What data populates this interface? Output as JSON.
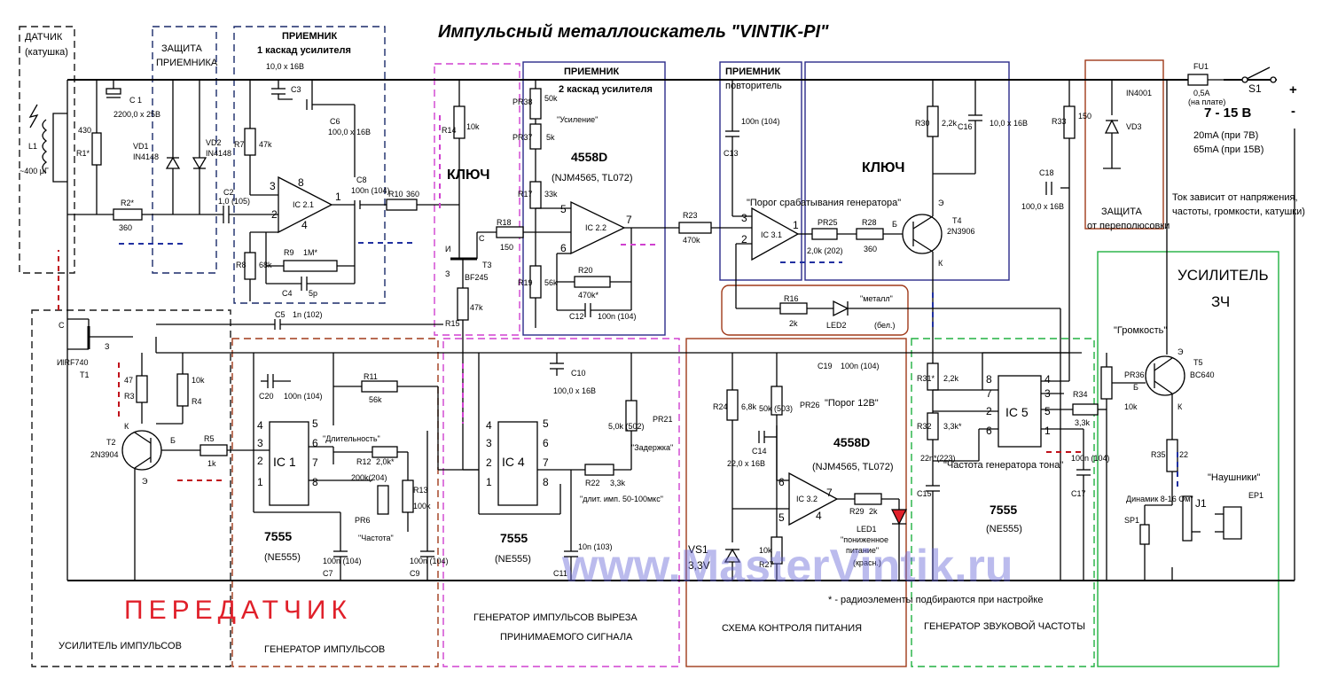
{
  "title": "Импульсный металлоискатель \"VINTIK-PI\"",
  "watermark": "www.MasterVintik.ru",
  "sections": {
    "sensor": [
      "ДАТЧИК",
      "(катушка)"
    ],
    "rx_protect": [
      "ЗАЩИТА",
      "ПРИЕМНИКА"
    ],
    "rx_stage1": [
      "ПРИЕМНИК",
      "1 каскад усилителя"
    ],
    "rx_stage2": [
      "ПРИЕМНИК",
      "2 каскад усилителя"
    ],
    "rx_follower": [
      "ПРИЕМНИК",
      "повторитель"
    ],
    "reverse_protect": [
      "ЗАЩИТА",
      "от переполюсовки"
    ],
    "audio_amp": [
      "УСИЛИТЕЛЬ",
      "ЗЧ"
    ],
    "key1": "КЛЮЧ",
    "key2": "КЛЮЧ",
    "transmitter": "ПЕРЕДАТЧИК",
    "pulse_amp": "УСИЛИТЕЛЬ ИМПУЛЬСОВ",
    "pulse_gen": "ГЕНЕРАТОР ИМПУЛЬСОВ",
    "cut_gen": [
      "ГЕНЕРАТОР ИМПУЛЬСОВ ВЫРЕЗА",
      "ПРИНИМАЕМОГО СИГНАЛА"
    ],
    "power_ctrl": "СХЕМА КОНТРОЛЯ ПИТАНИЯ",
    "tone_gen": "ГЕНЕРАТОР ЗВУКОВОЙ ЧАСТОТЫ"
  },
  "power": {
    "fuse": "FU1",
    "fuse_val": [
      "0,5A",
      "(на плате)"
    ],
    "switch": "S1",
    "plus": "+",
    "minus": "-",
    "voltage": "7 - 15 В",
    "current": [
      "20mA (при 7В)",
      "65mA (при 15В)"
    ],
    "note": [
      "Ток зависит от напряжения,",
      "частоты, громкости, катушки)"
    ]
  },
  "chips": {
    "ic21": "IC 2.1",
    "ic22": "IC 2.2",
    "ic31": "IC 3.1",
    "ic32": "IC 3.2",
    "ic1": "IC 1",
    "ic4": "IC 4",
    "ic5": "IC 5",
    "opamp1": "4558D",
    "opamp1_alt": "(NJM4565, TL072)",
    "opamp2": "4558D",
    "opamp2_alt": "(NJM4565, TL072)",
    "timer1": "7555",
    "timer1_alt": "(NE555)",
    "timer4": "7555",
    "timer4_alt": "(NE555)",
    "timer5": "7555",
    "timer5_alt": "(NE555)"
  },
  "labels": {
    "coil": "L1",
    "coil_val": "~400 μГ",
    "r1": "R1*",
    "r1v": "430",
    "c1": "C 1",
    "c1v": "2200,0 x 25В",
    "vd1": "VD1",
    "vd1v": "IN4148",
    "vd2": "VD2",
    "vd2v": "IN4148",
    "r2": "R2*",
    "r2v": "360",
    "c3v": "10,0 x 16В",
    "c3": "C3",
    "r7": "R7",
    "r7v": "47k",
    "c6": "C6",
    "c6v": "100,0 x 16В",
    "c2": "C2",
    "c2v": "1,0 (105)",
    "c8": "C8",
    "c8v": "100n (104)",
    "r10": "R10",
    "r10v": "360",
    "r8": "R8",
    "r8v": "68k",
    "r9": "R9",
    "r9v": "1M*",
    "c4": "C4",
    "c4v": "5p",
    "r14": "R14",
    "r14v": "10k",
    "r15": "R15",
    "r15v": "47k",
    "t3": "T3",
    "t3v": "BF245",
    "r18": "R18",
    "r18v": "150",
    "pr38": "PR38",
    "pr38v": "50k",
    "pr37": "PR37",
    "pr37v": "5k",
    "gain": "\"Усиление\"",
    "r17": "R17",
    "r17v": "33k",
    "r19": "R19",
    "r19v": "56k",
    "r20": "R20",
    "r20v": "470k*",
    "c12": "C12",
    "c12v": "100n (104)",
    "r23": "R23",
    "r23v": "470k",
    "c13": "C13",
    "c13v": "100n (104)",
    "threshold": "\"Порог срабатывания генератора\"",
    "pr25": "PR25",
    "pr25v": "2,0k (202)",
    "r28": "R28",
    "r28v": "360",
    "r30": "R30",
    "r30v": "2,2k",
    "c16": "C16",
    "c16v": "10,0 x 16В",
    "t4": "T4",
    "t4v": "2N3906",
    "r16": "R16",
    "r16v": "2k",
    "led2": "LED2",
    "led2a": "\"металл\"",
    "led2b": "(бел.)",
    "r33": "R33",
    "r33v": "150",
    "vd3": "VD3",
    "vd3v": "IN4001",
    "c18": "C18",
    "c18v": "100,0 x 16В",
    "c5": "C5",
    "c5v": "1n (102)",
    "t1": "T1",
    "t1v": "IRF740",
    "r3": "R3",
    "r3v": "47",
    "r4": "R4",
    "r4v": "10k",
    "t2": "T2",
    "t2v": "2N3904",
    "r5": "R5",
    "r5v": "1k",
    "c20": "C20",
    "c20v": "100n (104)",
    "r11": "R11",
    "r11v": "56k",
    "duration": "\"Длительность\"",
    "r12": "R12",
    "r12v": "2,0k*",
    "pr6": "PR6",
    "pr6v": "200k(204)",
    "freq": "\"Частота\"",
    "r13": "R13",
    "r13v": "100k",
    "c7": "C7",
    "c7v": "100n (104)",
    "c9": "C9",
    "c9v": "100n (104)",
    "c10": "C10",
    "c10v": "100,0 x 16В",
    "pr21": "PR21",
    "pr21v": "5,0k (502)",
    "delay": "\"Задержка\"",
    "r22": "R22",
    "r22v": "3,3k",
    "pulse_len": "\"длит. имп. 50-100мкс\"",
    "c11": "C11",
    "c11v": "10n (103)",
    "r24": "R24",
    "r24v": "6,8k",
    "pr26": "PR26",
    "pr26v": "50k (503)",
    "thr12": "\"Порог 12В\"",
    "c14": "C14",
    "c14v": "22,0 x 16В",
    "vs1": "VS1",
    "vs1v": "3,3V",
    "r27": "R27",
    "r27v": "10k",
    "r29": "R29",
    "r29v": "2k",
    "led1": "LED1",
    "led1a": "\"пониженное",
    "led1b": "питание\"",
    "led1c": "(красн.)",
    "c19": "C19",
    "c19v": "100n (104)",
    "r31": "R31*",
    "r31v": "2,2k",
    "r32": "R32",
    "r32v": "3,3k*",
    "c15": "C15",
    "c15v": "22n*(223)",
    "tone_freq": "\"Частота генератора тона\"",
    "r34": "R34",
    "r34v": "3,3k",
    "c17": "C17",
    "c17v": "100n (104)",
    "volume": "\"Громкость\"",
    "pr36": "PR36",
    "pr36v": "10k",
    "t5": "T5",
    "t5v": "BC640",
    "r35": "R35",
    "r35v": "22",
    "phones": "\"Наушники\"",
    "speaker": "Динамик 8-16 Ом\"",
    "sp1": "SP1",
    "j1": "J1",
    "ep1": "EP1",
    "note_star": "* - радиоэлементы подбираются при настройке",
    "pin_s": "С",
    "pin_z": "З",
    "pin_i": "И",
    "pin_k": "К",
    "pin_b": "Б",
    "pin_e": "Э"
  },
  "colors": {
    "sensor": "#1a1a1a",
    "rx_dash": "#1a2a6a",
    "rx_solid": "#2a2a8a",
    "key_magenta": "#d040d0",
    "brown": "#a03a1a",
    "green": "#20b040",
    "red": "#e0202a",
    "key_blue": "#1a3ab0",
    "watermark": "#6a6ad8"
  }
}
